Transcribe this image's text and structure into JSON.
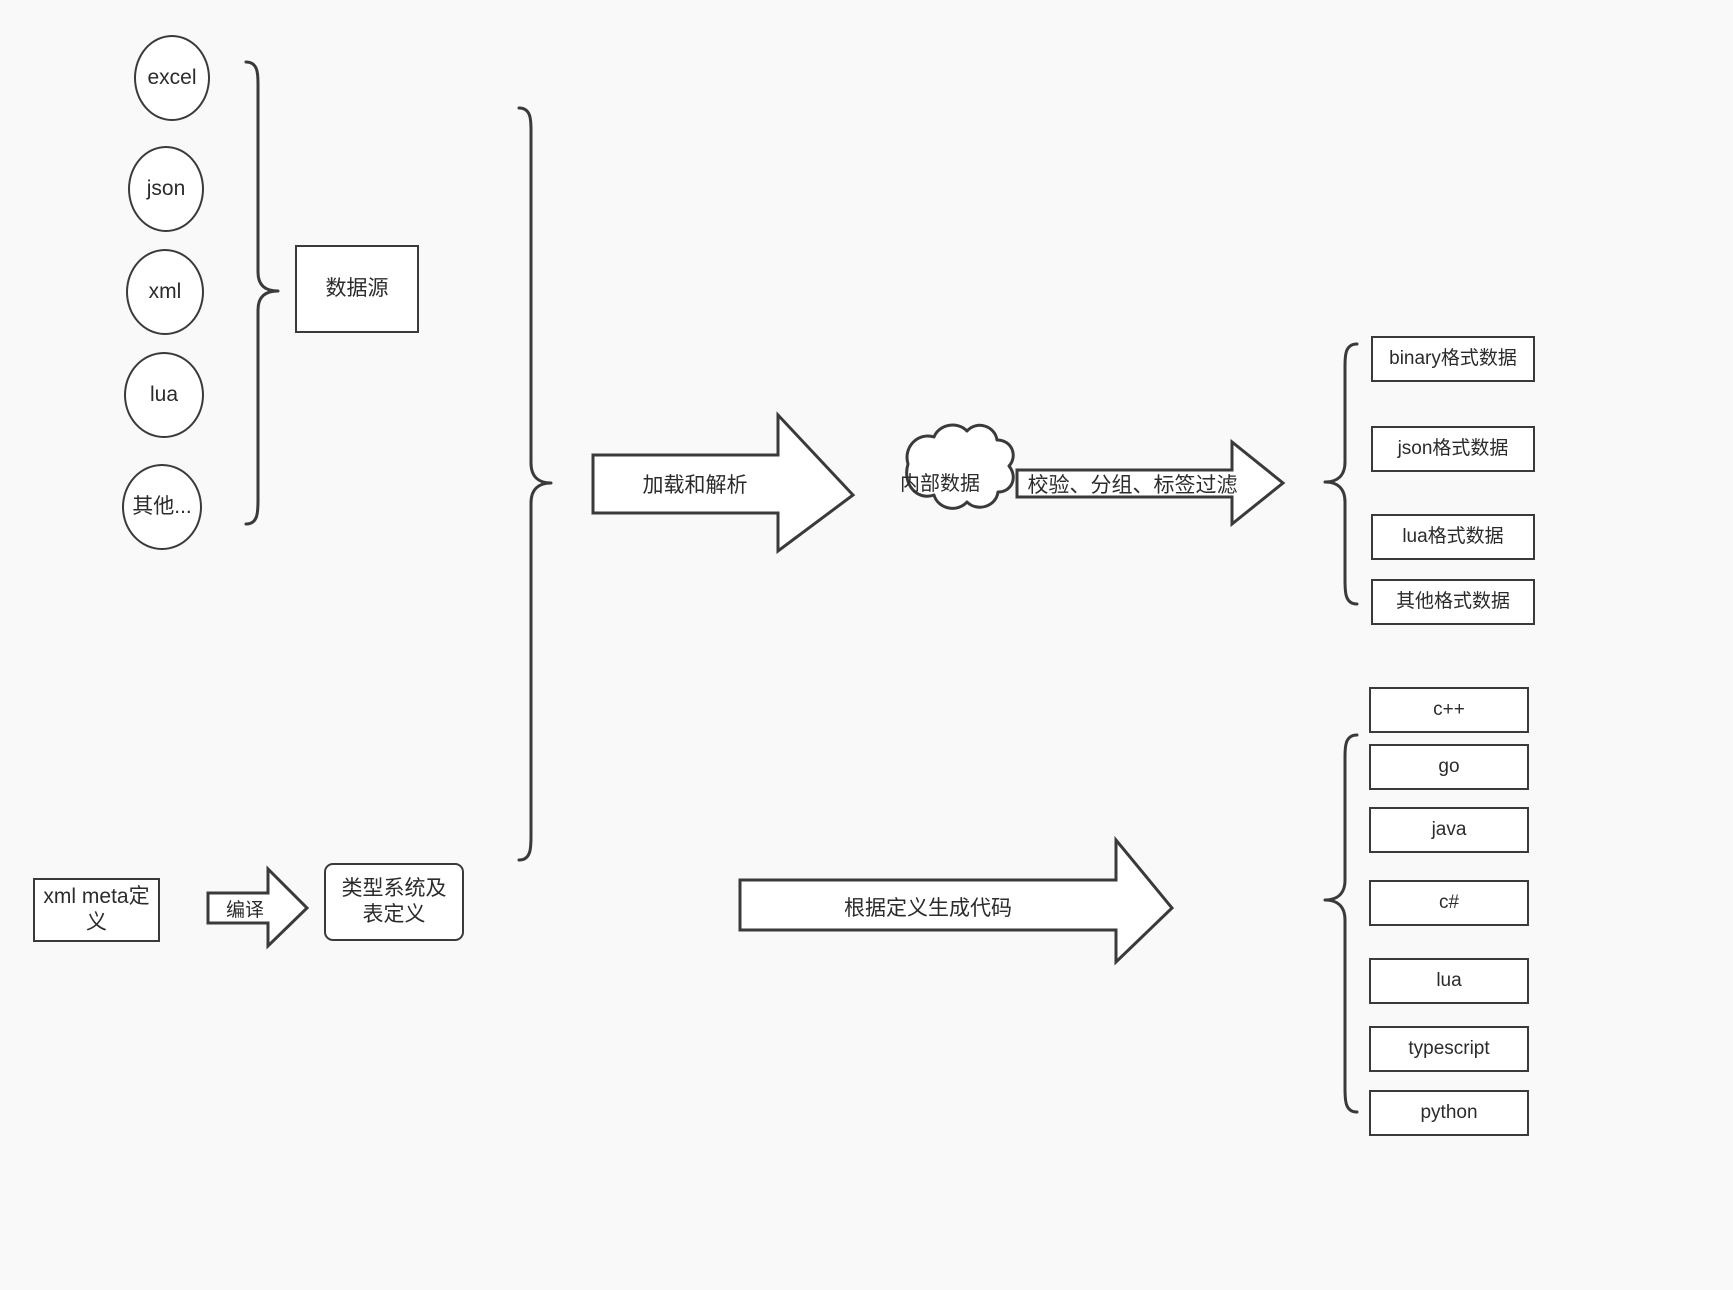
{
  "diagram": {
    "title": "data pipeline diagram",
    "colors": {
      "background": "#f9f9f9",
      "stroke": "#3a3a3a",
      "fill": "#ffffff",
      "text": "#2b2b2b"
    },
    "sources": {
      "items": [
        {
          "label": "excel"
        },
        {
          "label": "json"
        },
        {
          "label": "xml"
        },
        {
          "label": "lua"
        },
        {
          "label": "其他..."
        }
      ],
      "group_label": "数据源"
    },
    "meta": {
      "source_box": "xml meta定义",
      "compile_arrow": "编译",
      "target_box": "类型系统及表定义"
    },
    "flow": {
      "load_arrow": "加载和解析",
      "cloud": "内部数据",
      "filter_arrow": "校验、分组、标签过滤",
      "codegen_arrow": "根据定义生成代码"
    },
    "outputs": {
      "formats": [
        {
          "label": "binary格式数据"
        },
        {
          "label": "json格式数据"
        },
        {
          "label": "lua格式数据"
        },
        {
          "label": "其他格式数据"
        }
      ],
      "languages": [
        {
          "label": "c++"
        },
        {
          "label": "go"
        },
        {
          "label": "java"
        },
        {
          "label": "c#"
        },
        {
          "label": "lua"
        },
        {
          "label": "typescript"
        },
        {
          "label": "python"
        }
      ]
    }
  }
}
